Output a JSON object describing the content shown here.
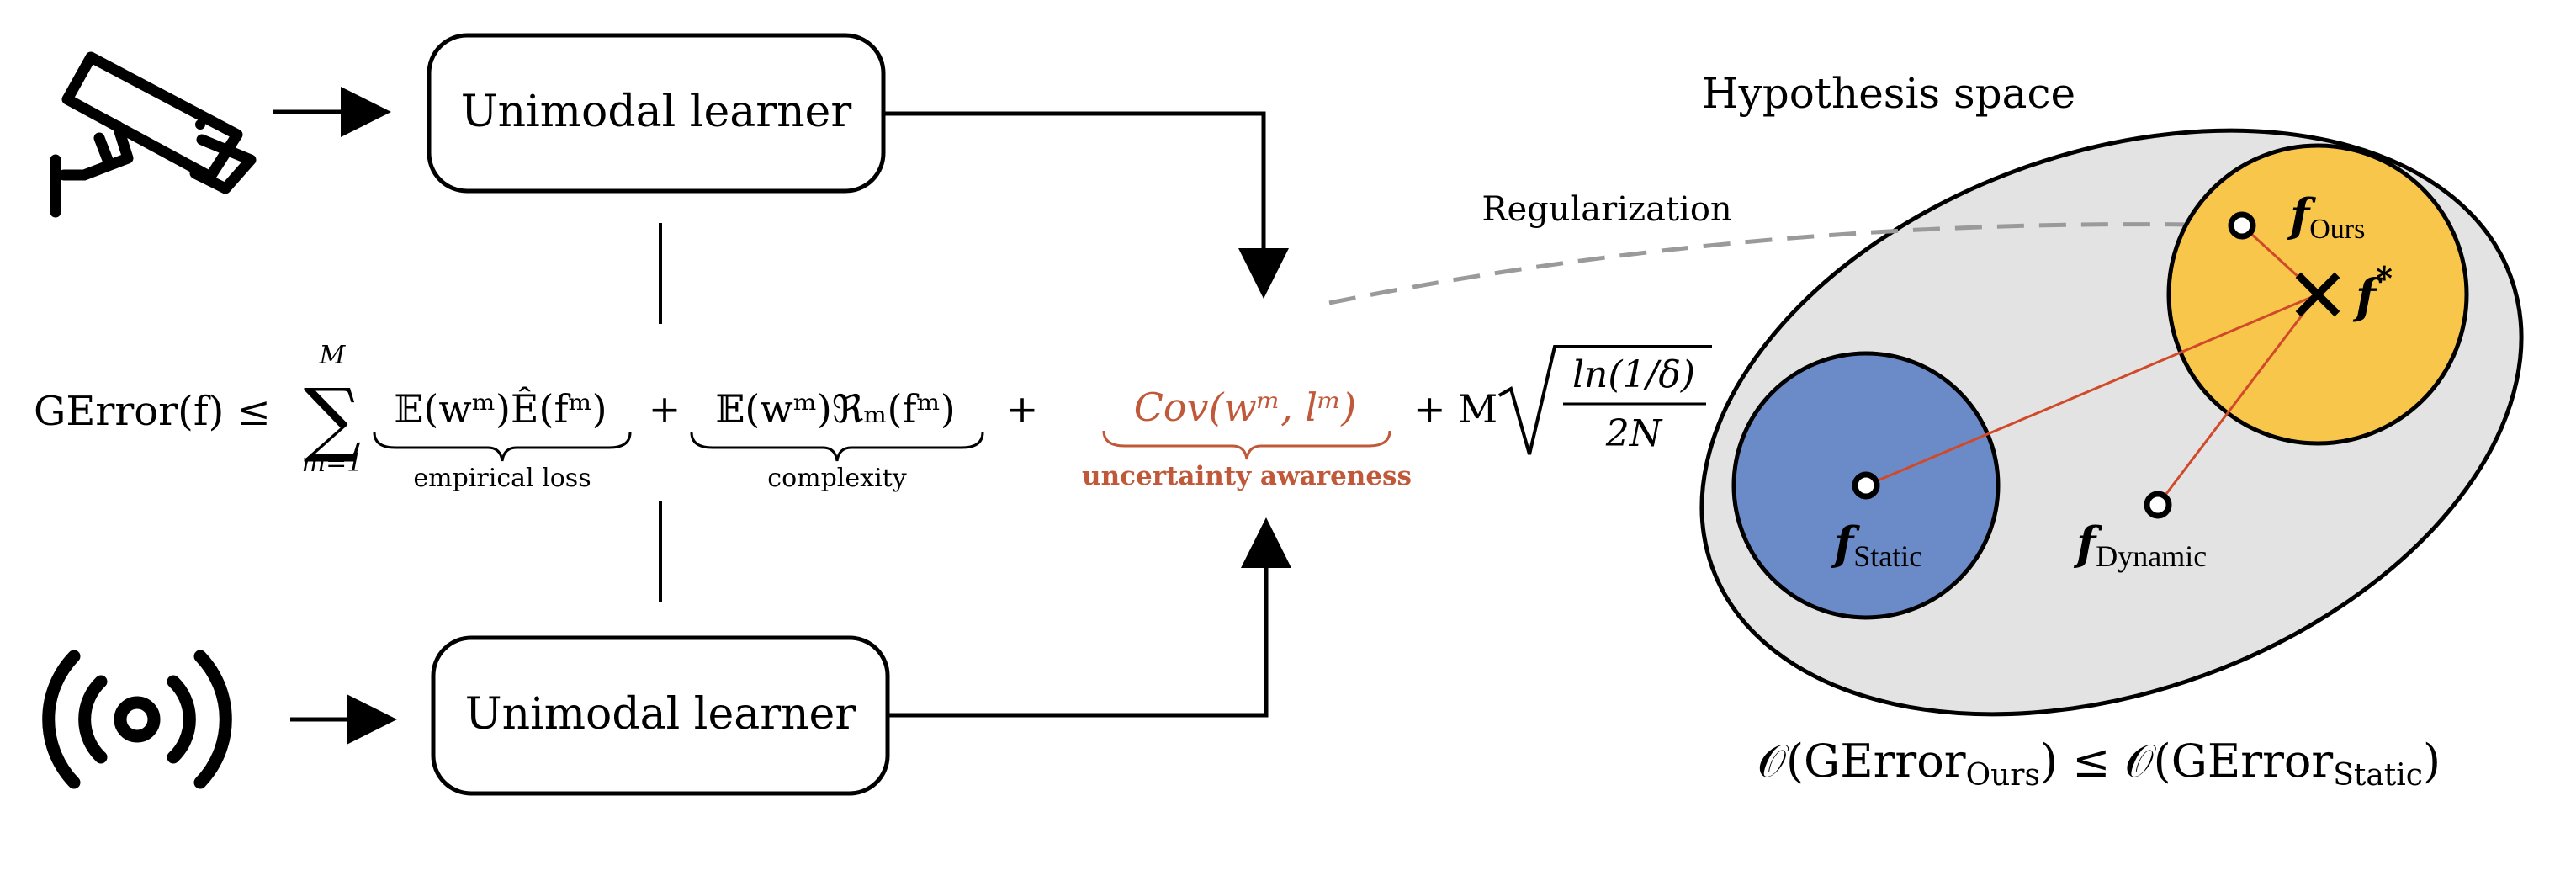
{
  "learners": {
    "top_label": "Unimodal learner",
    "bottom_label": "Unimodal learner"
  },
  "icons": {
    "top": "security-camera-icon",
    "bottom": "wireless-signal-icon"
  },
  "formula": {
    "lhs": "GError(f) ≤",
    "sum_upper": "M",
    "sum_lower": "m=1",
    "term1": "𝔼(wᵐ)Ê(fᵐ)",
    "term1_label": "empirical loss",
    "plus1": "+",
    "term2": "𝔼(wᵐ)ℜₘ(fᵐ)",
    "term2_label": "complexity",
    "plus2": "+",
    "term3": "Cov(wᵐ, lᵐ)",
    "term3_label": "uncertainty awareness",
    "plus3": "+ M",
    "sqrt_num": "ln(1/δ)",
    "sqrt_den": "2N"
  },
  "hypothesis": {
    "title": "Hypothesis space",
    "regularization_label": "Regularization",
    "f_ours": "f",
    "f_ours_sub": "Ours",
    "f_star": "f",
    "f_star_sup": "*",
    "f_static": "f",
    "f_static_sub": "Static",
    "f_dynamic": "f",
    "f_dynamic_sub": "Dynamic"
  },
  "bound": {
    "left": "𝒪(GError",
    "left_sub": "Ours",
    "mid": ") ≤ 𝒪(GError",
    "right_sub": "Static",
    "end": ")"
  },
  "colors": {
    "uncertainty": "#c0583a",
    "static_circle": "#6a8ac8",
    "ours_circle": "#f8c64a",
    "space_fill": "#e3e3e3",
    "connector": "#d04a2a"
  }
}
